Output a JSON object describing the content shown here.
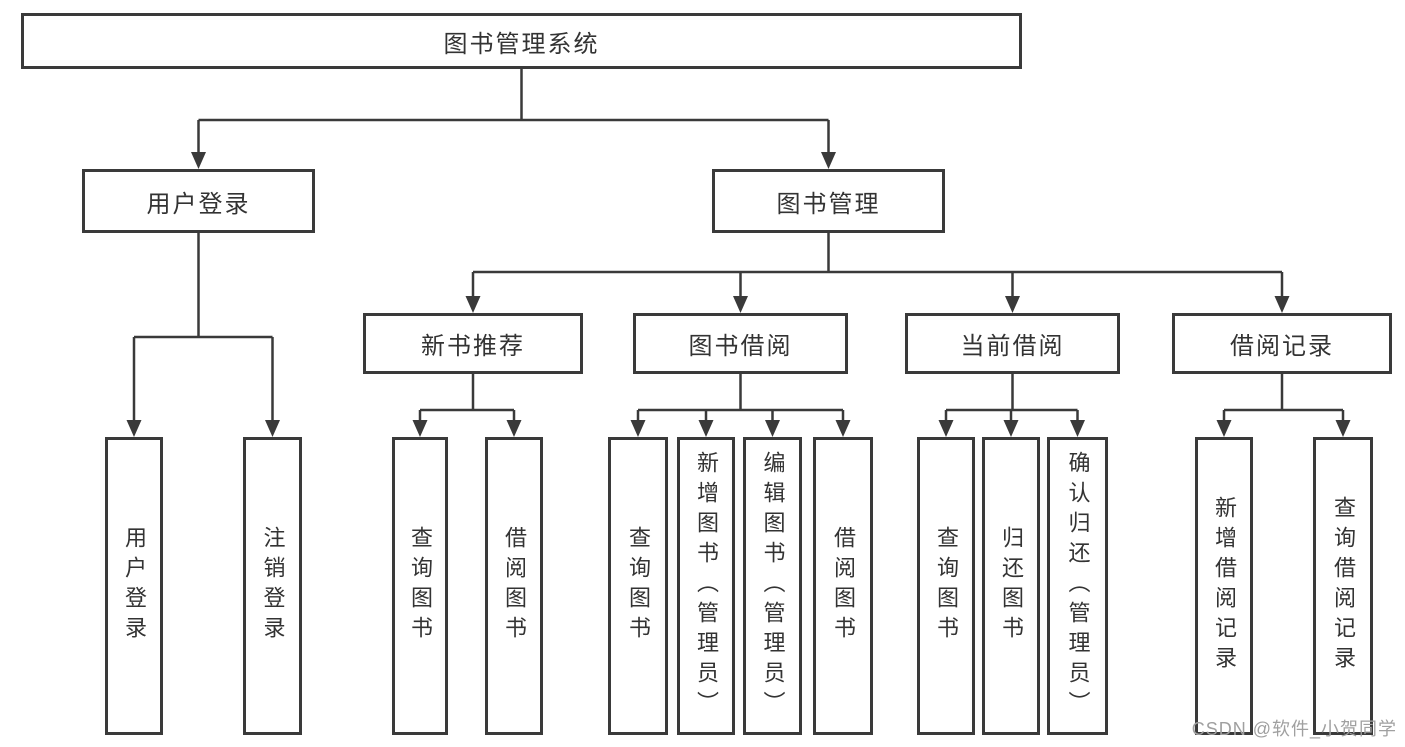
{
  "diagram": {
    "root_label": "图书管理系统",
    "branches": [
      {
        "label": "用户登录",
        "children": [
          {
            "label": "用户登录"
          },
          {
            "label": "注销登录"
          }
        ]
      },
      {
        "label": "图书管理",
        "sections": [
          {
            "label": "新书推荐",
            "children": [
              {
                "label": "查询图书"
              },
              {
                "label": "借阅图书"
              }
            ]
          },
          {
            "label": "图书借阅",
            "children": [
              {
                "label": "查询图书"
              },
              {
                "label": "新增图书（管理员）"
              },
              {
                "label": "编辑图书（管理员）"
              },
              {
                "label": "借阅图书"
              }
            ]
          },
          {
            "label": "当前借阅",
            "children": [
              {
                "label": "查询图书"
              },
              {
                "label": "归还图书"
              },
              {
                "label": "确认归还（管理员）"
              }
            ]
          },
          {
            "label": "借阅记录",
            "children": [
              {
                "label": "新增借阅记录"
              },
              {
                "label": "查询借阅记录"
              }
            ]
          }
        ]
      }
    ]
  },
  "watermark": {
    "text": "CSDN @软件_小贺同学"
  },
  "colors": {
    "line": "#3a3a3a",
    "text": "#333333",
    "watermark": "#a0a0a0",
    "background": "#ffffff"
  }
}
